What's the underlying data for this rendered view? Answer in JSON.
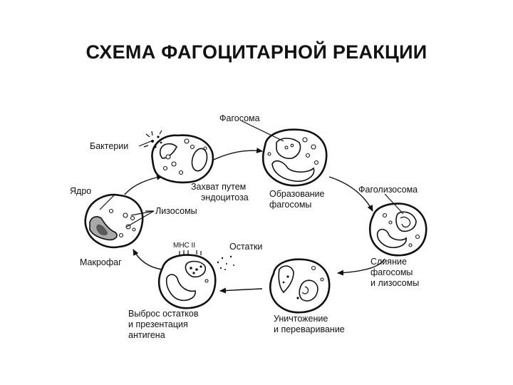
{
  "title": "СХЕМА ФАГОЦИТАРНОЙ РЕАКЦИИ",
  "labels": {
    "phagosome": "Фагосома",
    "bacteria": "Бактерии",
    "capture_1": "Захват путем",
    "capture_2": "эндоцитоза",
    "formation_1": "Образование",
    "formation_2": "фагосомы",
    "phagolysosome": "Фаголизосома",
    "nucleus": "Ядро",
    "lysosomes": "Лизосомы",
    "fusion_1": "Слияние",
    "fusion_2": "фагосомы",
    "fusion_3": "и лизосомы",
    "remnants": "Остатки",
    "mhc": "MHC II",
    "macrophage": "Макрофаг",
    "release_1": "Выброс остатков",
    "release_2": "и презентация",
    "release_3": "антигена",
    "destruction_1": "Уничтожение",
    "destruction_2": "и переваривание"
  }
}
